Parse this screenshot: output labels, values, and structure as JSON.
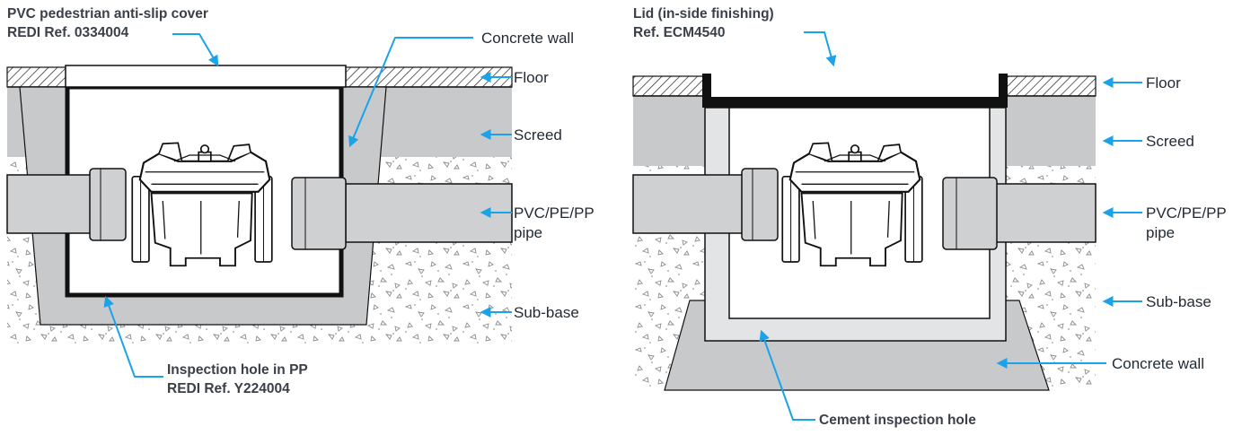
{
  "left_diagram": {
    "cover_label_line1": "PVC pedestrian anti-slip cover",
    "cover_label_line2": "REDI Ref. 0334004",
    "concrete_wall_label": "Concrete wall",
    "floor_label": "Floor",
    "screed_label": "Screed",
    "pipe_label_line1": "PVC/PE/PP",
    "pipe_label_line2": "pipe",
    "subbase_label": "Sub-base",
    "hole_label_line1": "Inspection hole in PP",
    "hole_label_line2": "REDI Ref. Y224004"
  },
  "right_diagram": {
    "lid_label_line1": "Lid (in-side finishing)",
    "lid_label_line2": "Ref. ECM4540",
    "floor_label": "Floor",
    "screed_label": "Screed",
    "pipe_label_line1": "PVC/PE/PP",
    "pipe_label_line2": "pipe",
    "subbase_label": "Sub-base",
    "concrete_wall_label": "Concrete wall",
    "hole_label": "Cement inspection hole"
  },
  "colors": {
    "arrow": "#1aa3e8",
    "screed": "#c8c9cb",
    "pipe": "#cfd0d2",
    "outline": "#111111"
  }
}
